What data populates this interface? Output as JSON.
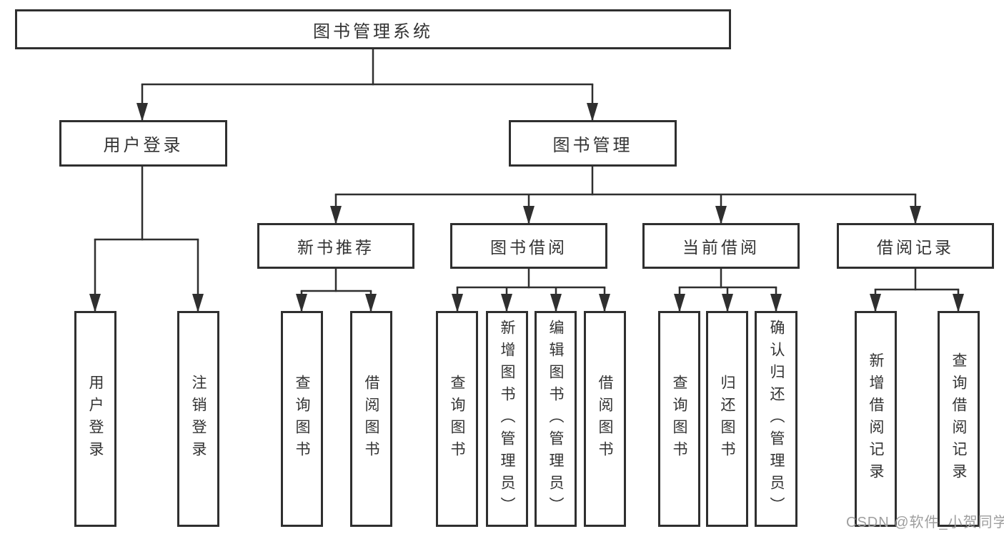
{
  "diagram": {
    "root": {
      "label": "图书管理系统"
    },
    "level2": [
      {
        "id": "user-login",
        "label": "用户登录"
      },
      {
        "id": "book-management",
        "label": "图书管理"
      }
    ],
    "level3": [
      {
        "id": "new-book-recommend",
        "label": "新书推荐"
      },
      {
        "id": "book-borrowing",
        "label": "图书借阅"
      },
      {
        "id": "current-borrowing",
        "label": "当前借阅"
      },
      {
        "id": "borrowing-records",
        "label": "借阅记录"
      }
    ],
    "leaves": [
      {
        "id": "user-login-leaf",
        "label": "用户登录"
      },
      {
        "id": "logout",
        "label": "注销登录"
      },
      {
        "id": "query-books-recommend",
        "label": "查询图书"
      },
      {
        "id": "borrow-books-recommend",
        "label": "借阅图书"
      },
      {
        "id": "query-books-borrow",
        "label": "查询图书"
      },
      {
        "id": "add-books-admin",
        "label": "新增图书（管理员）"
      },
      {
        "id": "edit-books-admin",
        "label": "编辑图书（管理员）"
      },
      {
        "id": "borrow-books",
        "label": "借阅图书"
      },
      {
        "id": "query-books-current",
        "label": "查询图书"
      },
      {
        "id": "return-books",
        "label": "归还图书"
      },
      {
        "id": "confirm-return-admin",
        "label": "确认归还（管理员）"
      },
      {
        "id": "add-borrow-record",
        "label": "新增借阅记录"
      },
      {
        "id": "query-borrow-record",
        "label": "查询借阅记录"
      }
    ],
    "colors": {
      "line": "#2f2f2f",
      "text": "#333333",
      "background": "#ffffff",
      "watermark": "#9e9e9e"
    }
  },
  "watermark": {
    "text": "CSDN @软件_小贺同学"
  }
}
